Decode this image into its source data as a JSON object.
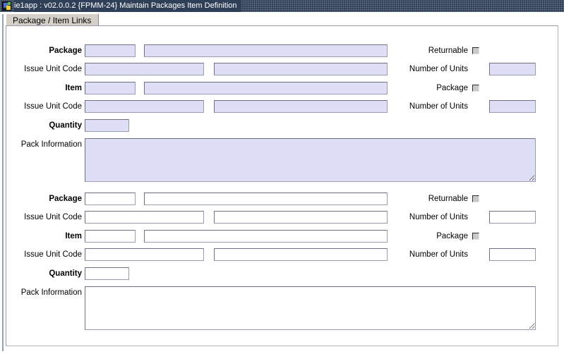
{
  "window": {
    "title": "ie1app : v02.0.0.2 {FPMM-24} Maintain Packages Item Definition",
    "icon_name": "app-icon",
    "titlebar_color": "#2f3f57",
    "field_fill_color": "#dedef7"
  },
  "tabs": [
    {
      "label": "Package / Item Links",
      "active": true
    }
  ],
  "sections": [
    {
      "id": "upper",
      "filled": true,
      "labels": {
        "package": "Package",
        "issue_unit_code_1": "Issue Unit Code",
        "item": "Item",
        "issue_unit_code_2": "Issue Unit Code",
        "quantity": "Quantity",
        "pack_information": "Pack Information",
        "returnable": "Returnable",
        "number_of_units_1": "Number of Units",
        "package_checkbox": "Package",
        "number_of_units_2": "Number of Units"
      },
      "values": {
        "package_code": "",
        "package_desc": "",
        "issue_unit_code_1": "",
        "issue_unit_desc_1": "",
        "item_code": "",
        "item_desc": "",
        "issue_unit_code_2": "",
        "issue_unit_desc_2": "",
        "quantity": "",
        "pack_information": "",
        "number_of_units_1": "",
        "number_of_units_2": ""
      },
      "checkboxes": {
        "returnable": false,
        "package": false
      }
    },
    {
      "id": "lower",
      "filled": false,
      "labels": {
        "package": "Package",
        "issue_unit_code_1": "Issue Unit Code",
        "item": "Item",
        "issue_unit_code_2": "Issue Unit Code",
        "quantity": "Quantity",
        "pack_information": "Pack Information",
        "returnable": "Returnable",
        "number_of_units_1": "Number of Units",
        "package_checkbox": "Package",
        "number_of_units_2": "Number of Units"
      },
      "values": {
        "package_code": "",
        "package_desc": "",
        "issue_unit_code_1": "",
        "issue_unit_desc_1": "",
        "item_code": "",
        "item_desc": "",
        "issue_unit_code_2": "",
        "issue_unit_desc_2": "",
        "quantity": "",
        "pack_information": "",
        "number_of_units_1": "",
        "number_of_units_2": ""
      },
      "checkboxes": {
        "returnable": false,
        "package": false
      }
    }
  ]
}
